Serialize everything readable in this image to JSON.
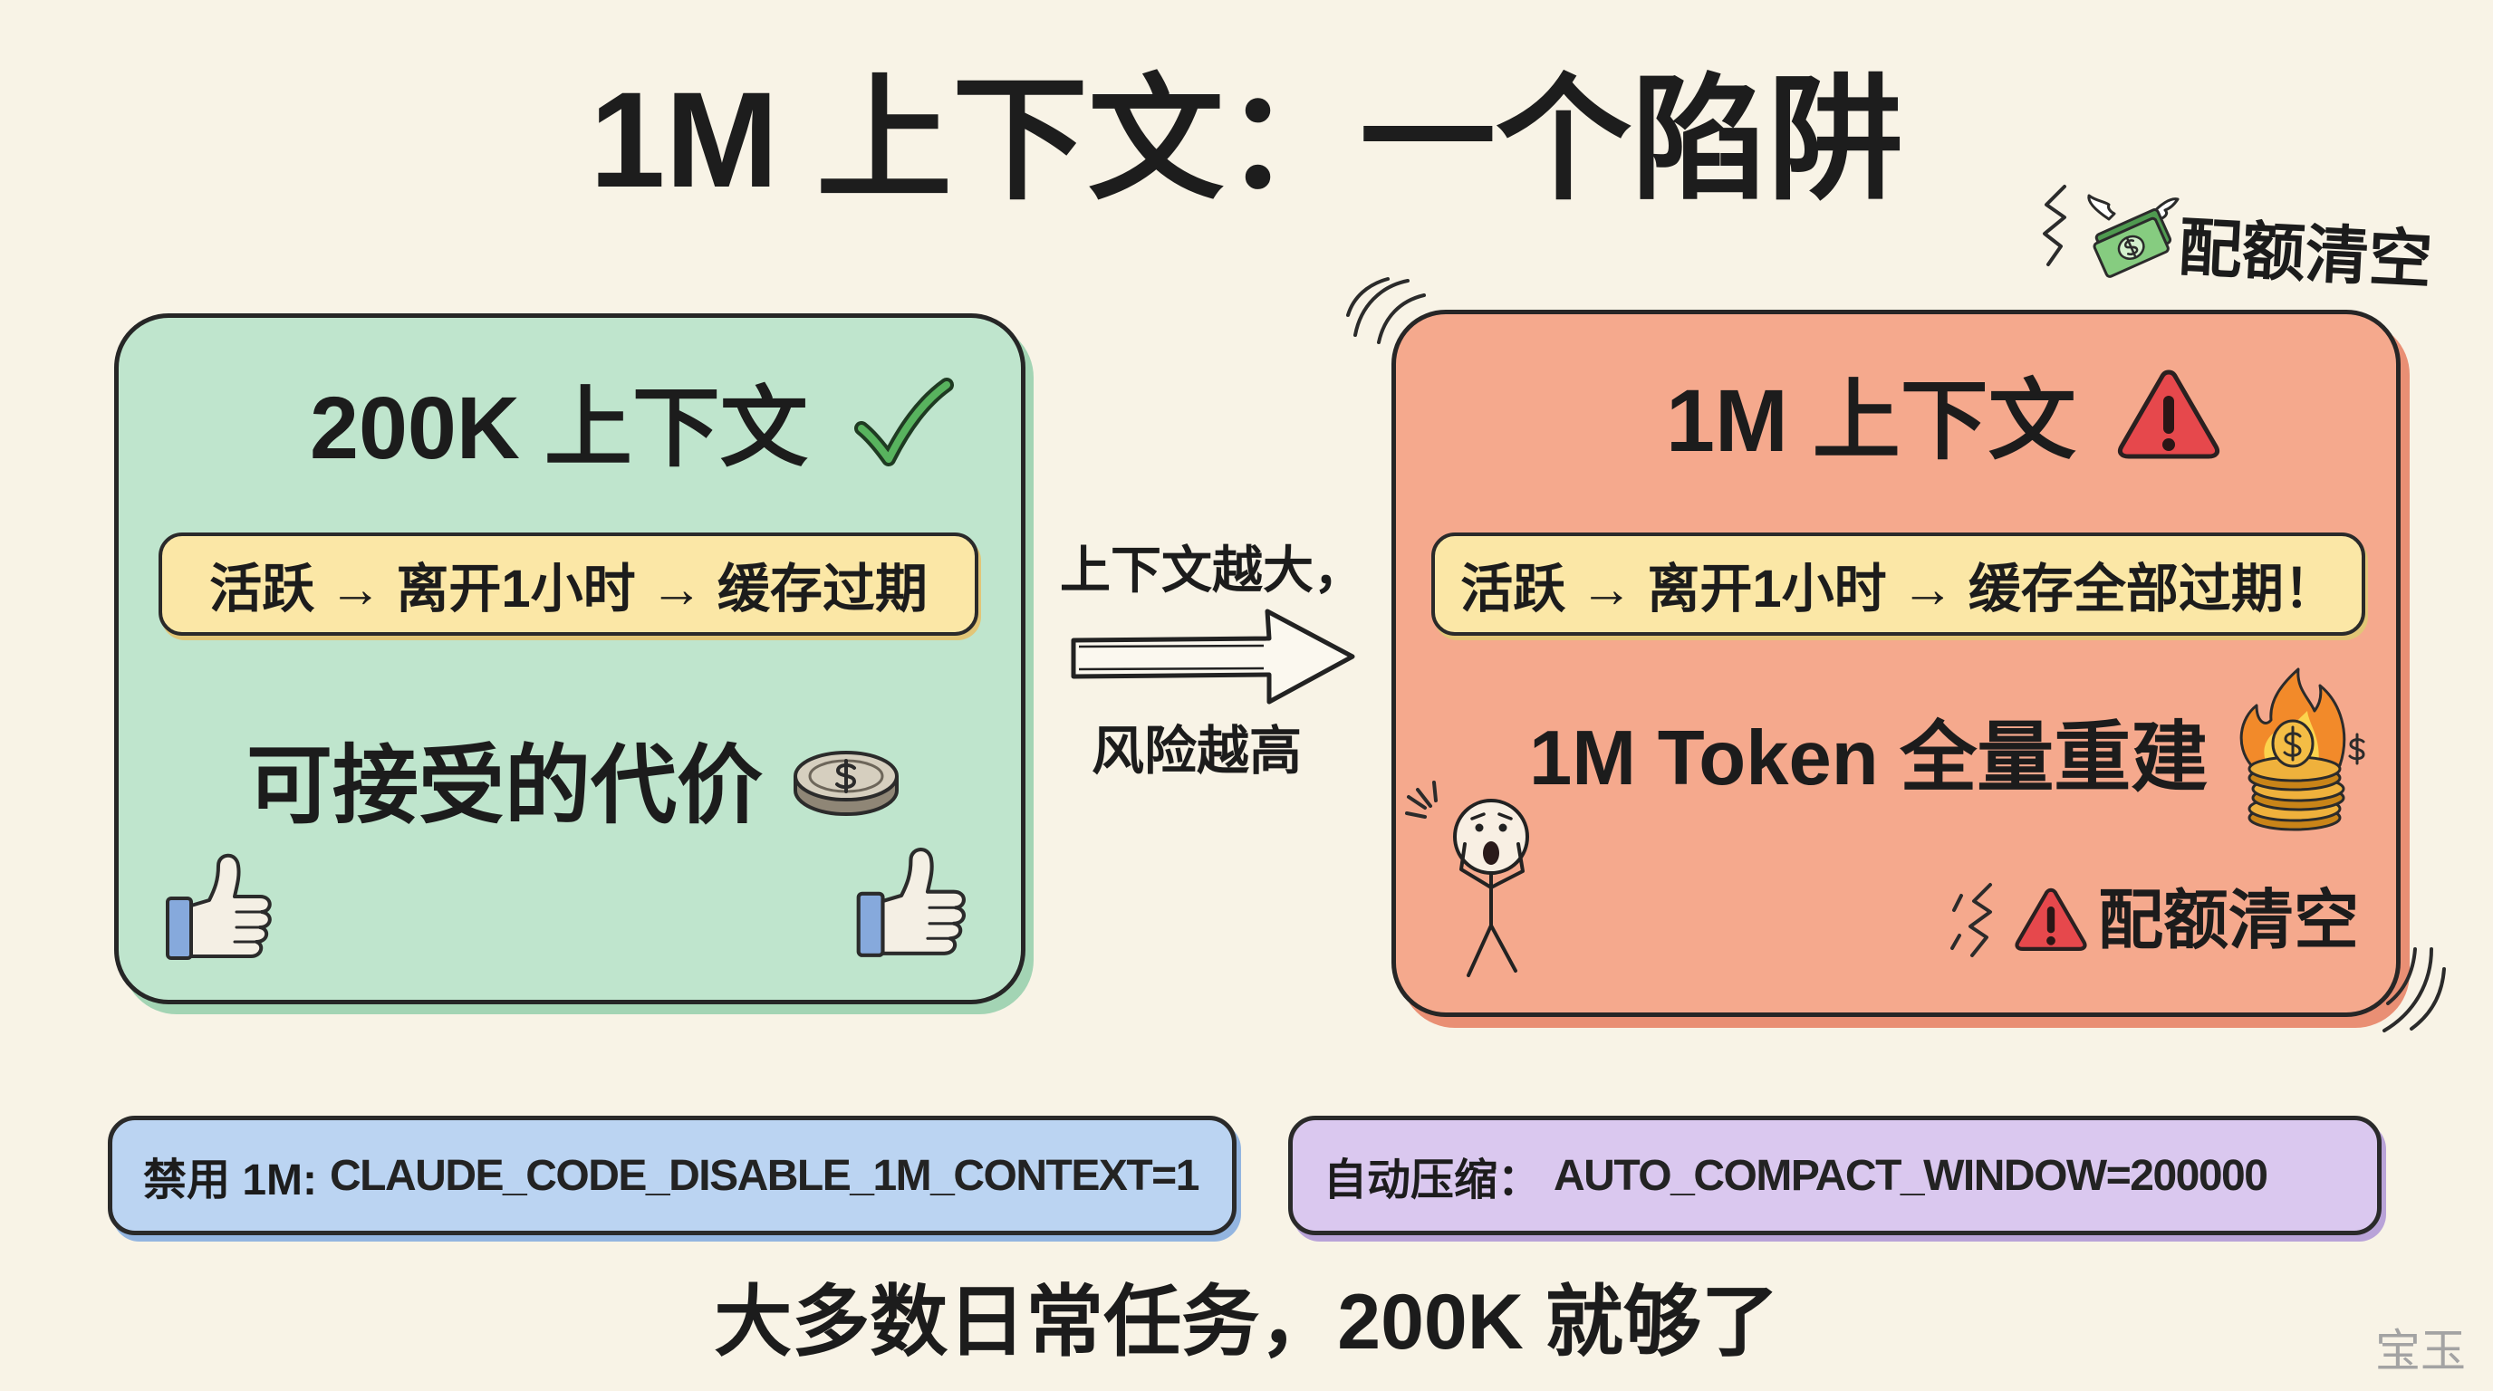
{
  "background": "#f8f3e6",
  "title": "1M 上下文：一个陷阱",
  "quota_note": {
    "label": "配额清空",
    "icon": "flying-money-icon"
  },
  "flow_pill_color": "#fbe7a6",
  "left_panel": {
    "heading": "200K 上下文",
    "heading_icon": "checkmark-icon",
    "flow": "活跃 → 离开1小时 → 缓存过期",
    "verdict": "可接受的代价",
    "verdict_icon": "coin-icon",
    "decor_icon": "thumbs-up-icon",
    "fill_color": "#bfe5cd"
  },
  "connector": {
    "top_text": "上下文越大，",
    "bottom_text": "风险越高",
    "icon": "right-arrow-icon"
  },
  "right_panel": {
    "heading": "1M 上下文",
    "heading_icon": "warning-icon",
    "flow": "活跃 → 离开1小时 → 缓存全部过期！",
    "rebuild": "1M Token 全量重建",
    "rebuild_icon": "burning-coins-icon",
    "figure_icon": "shocked-person-icon",
    "quota_label": "配额清空",
    "quota_icon": "warning-icon",
    "fill_color": "#f5a98d"
  },
  "settings": [
    {
      "label": "禁用 1M:",
      "value": "CLAUDE_CODE_DISABLE_1M_CONTEXT=1",
      "color": "#bbd4f2"
    },
    {
      "label": "自动压缩：",
      "value": "AUTO_COMPACT_WINDOW=200000",
      "color": "#dac8ef"
    }
  ],
  "footer": "大多数日常任务，200K 就够了",
  "watermark": "宝玉"
}
